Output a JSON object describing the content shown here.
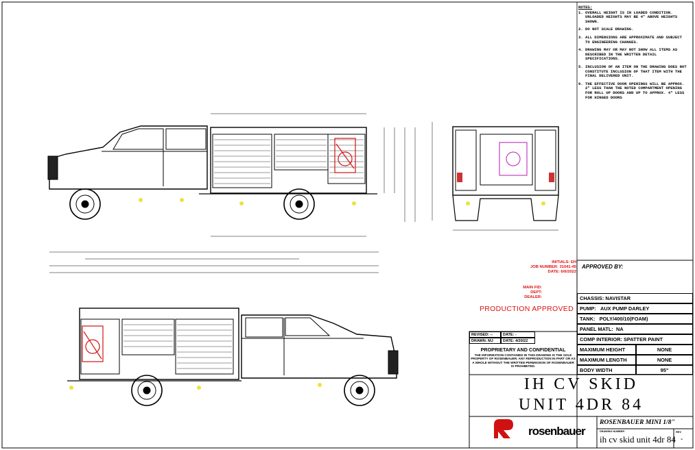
{
  "notes": {
    "title": "NOTES:",
    "items": [
      {
        "num": "1.",
        "text": "OVERALL HEIGHT IS IN LOADED CONDITION. UNLOADED HEIGHTS MAY BE 4\" ABOVE HEIGHTS SHOWN."
      },
      {
        "num": "2.",
        "text": "DO NOT SCALE DRAWING."
      },
      {
        "num": "3.",
        "text": "ALL DIMENSIONS ARE APPROXIMATE AND SUBJECT TO ENGINEERING CHANGES."
      },
      {
        "num": "4.",
        "text": "DRAWING MAY OR MAY NOT SHOW ALL ITEMS AS DESCRIBED IN THE WRITTEN DETAIL SPECIFICATIONS."
      },
      {
        "num": "5.",
        "text": "INCLUSION OF AN ITEM ON THE DRAWING DOES NOT CONSTITUTE INCLUSION OF THAT ITEM WITH THE FINAL DELIVERED UNIT."
      },
      {
        "num": "6.",
        "text": "THE EFFECTIVE DOOR OPENINGS WILL BE APPROX. 2\" LESS THAN THE NOTED COMPARTMENT OPENING FOR ROLL UP DOORS AND UP TO APPROX. 4\" LESS FOR HINGED DOORS"
      }
    ]
  },
  "stamp": {
    "initials_label": "INITIALS:",
    "initials": "EH",
    "job_label": "JOB NUMBER:",
    "job": "31041-45",
    "date_label": "DATE:",
    "date": "6/6/2022",
    "main_fid": "MAIN FID:",
    "dept": "DEPT:",
    "dealer": "DEALER:",
    "production": "PRODUCTION  APPROVED"
  },
  "approval": {
    "label": "APPROVED BY:"
  },
  "specs": [
    {
      "label": "CHASSIS:",
      "value": "NAVISTAR"
    },
    {
      "label": "PUMP:",
      "value": "AUX PUMP DARLEY"
    },
    {
      "label": "TANK:",
      "value": "POLY/400/10(FOAM)"
    },
    {
      "label": "PANEL MATL:",
      "value": "NA"
    },
    {
      "label": "COMP INTERIOR:",
      "value": "SPATTER PAINT"
    }
  ],
  "dims": [
    {
      "label": "MAXIMUM HEIGHT",
      "value": "NONE"
    },
    {
      "label": "MAXIMUM LENGTH",
      "value": "NONE"
    },
    {
      "label": "BODY WIDTH",
      "value": "95\""
    }
  ],
  "revision": {
    "revised_label": "REVISED:",
    "revised_val": "--",
    "revised_date_label": "DATE:",
    "revised_date": "-",
    "drawn_label": "DRAWN:",
    "drawn_val": "MJ",
    "drawn_date_label": "DATE:",
    "drawn_date": "4/20/22"
  },
  "proprietary": {
    "title": "PROPRIETARY AND CONFIDENTIAL",
    "body": "THE INFORMATION CONTAINED IN THIS DRAWING IS THE SOLE PROPERTY OF ROSENBAUER. ANY REPRODUCTION IN PART OR AS A WHOLE WITHOUT THE WRITTEN PERMISSION OF ROSENBAUER IS PROHIBITED."
  },
  "title_block": {
    "line1": "IH CV SKID",
    "line2": "UNIT 4DR 84"
  },
  "logo": {
    "brand": "rosenbauer"
  },
  "footer": {
    "company": "ROSENBAUER MINI 1/8\"",
    "drawing_number_label": "DRAWING NUMBER",
    "drawing_number": "ih cv skid unit 4dr 84",
    "rev_label": "REV",
    "rev": "-"
  },
  "colors": {
    "accent": "#d11111",
    "pump": "#c040c0",
    "light": "#f0e040"
  }
}
